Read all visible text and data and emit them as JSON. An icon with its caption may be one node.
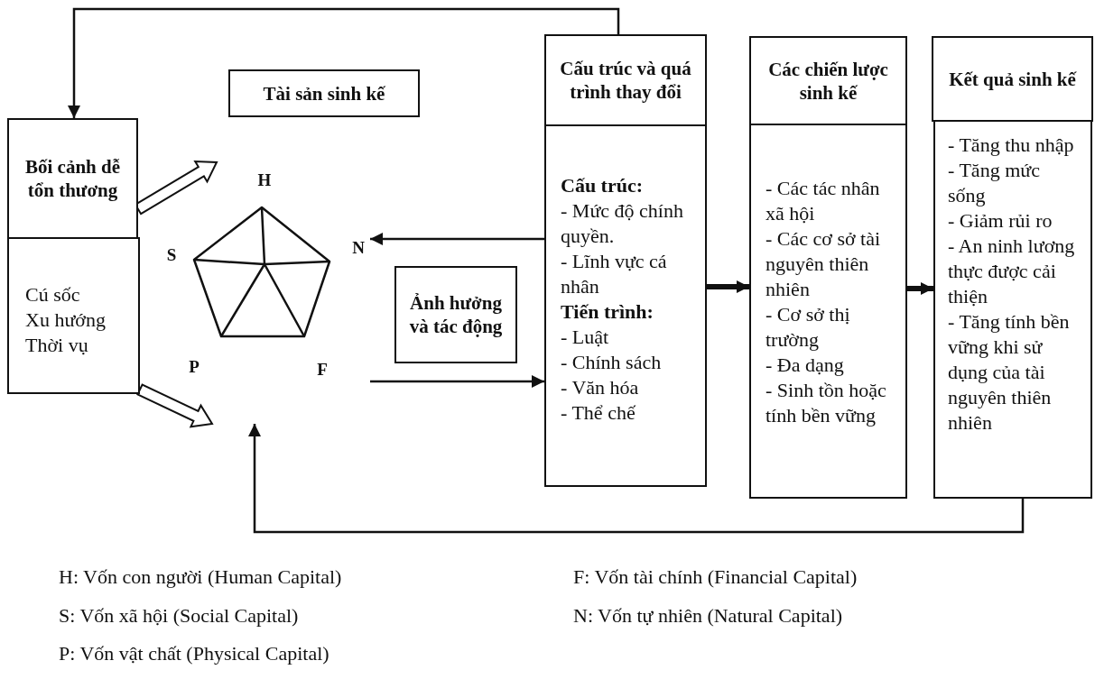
{
  "diagram": {
    "nodes": [
      {
        "text": [
          "Bối cảnh dễ tổn thương"
        ]
      },
      {
        "text": [
          "Cú sốc",
          "Xu hướng",
          "Thời vụ"
        ]
      },
      {
        "text": [
          "Tài sản sinh kế"
        ]
      },
      {
        "text": [
          "H",
          "S",
          "N",
          "P",
          "F"
        ]
      },
      {
        "text": [
          "Ảnh hưởng và tác động"
        ]
      },
      {
        "text": [
          "Cấu trúc và quá trình thay đổi"
        ]
      },
      {
        "text": [
          "**Cấu trúc:**",
          "- Mức độ chính quyền.",
          "- Lĩnh vực cá nhân",
          "**Tiến trình:**",
          "- Luật",
          "- Chính sách",
          "- Văn hóa",
          "- Thể chế"
        ]
      },
      {
        "text": [
          "Các chiến lược sinh kế"
        ]
      },
      {
        "text": [
          "- Các tác nhân xã hội",
          "- Các cơ sở tài nguyên thiên nhiên",
          "- Cơ sở thị trường",
          "- Đa dạng",
          "- Sinh tồn hoặc tính bền vững"
        ]
      },
      {
        "text": [
          "Kết quả sinh kế"
        ]
      },
      {
        "text": [
          "- Tăng thu nhập",
          "- Tăng mức sống",
          "- Giảm rủi ro",
          "- An ninh lương thực được cải thiện",
          "- Tăng tính bền vững khi sử dụng của tài nguyên thiên nhiên"
        ]
      }
    ],
    "edges": [
      {
        "from": 5,
        "to": 0,
        "arrow": "to"
      },
      {
        "from": 0,
        "to": 3,
        "arrow": "to"
      },
      {
        "from": 1,
        "to": 3,
        "arrow": "to"
      },
      {
        "from": 6,
        "to": 3,
        "arrow": "to"
      },
      {
        "from": 3,
        "to": 6,
        "arrow": "to"
      },
      {
        "from": 6,
        "to": 8,
        "arrow": "to",
        "style": "thick"
      },
      {
        "from": 8,
        "to": 10,
        "arrow": "to",
        "style": "thick"
      },
      {
        "from": 10,
        "to": 3,
        "arrow": "to"
      }
    ],
    "labels": [
      "H: Vốn con người (Human Capital)",
      "F: Vốn tài chính (Financial Capital)",
      "S: Vốn xã hội (Social Capital)",
      "N: Vốn tự nhiên (Natural Capital)",
      "P: Vốn vật chất (Physical Capital)"
    ]
  }
}
